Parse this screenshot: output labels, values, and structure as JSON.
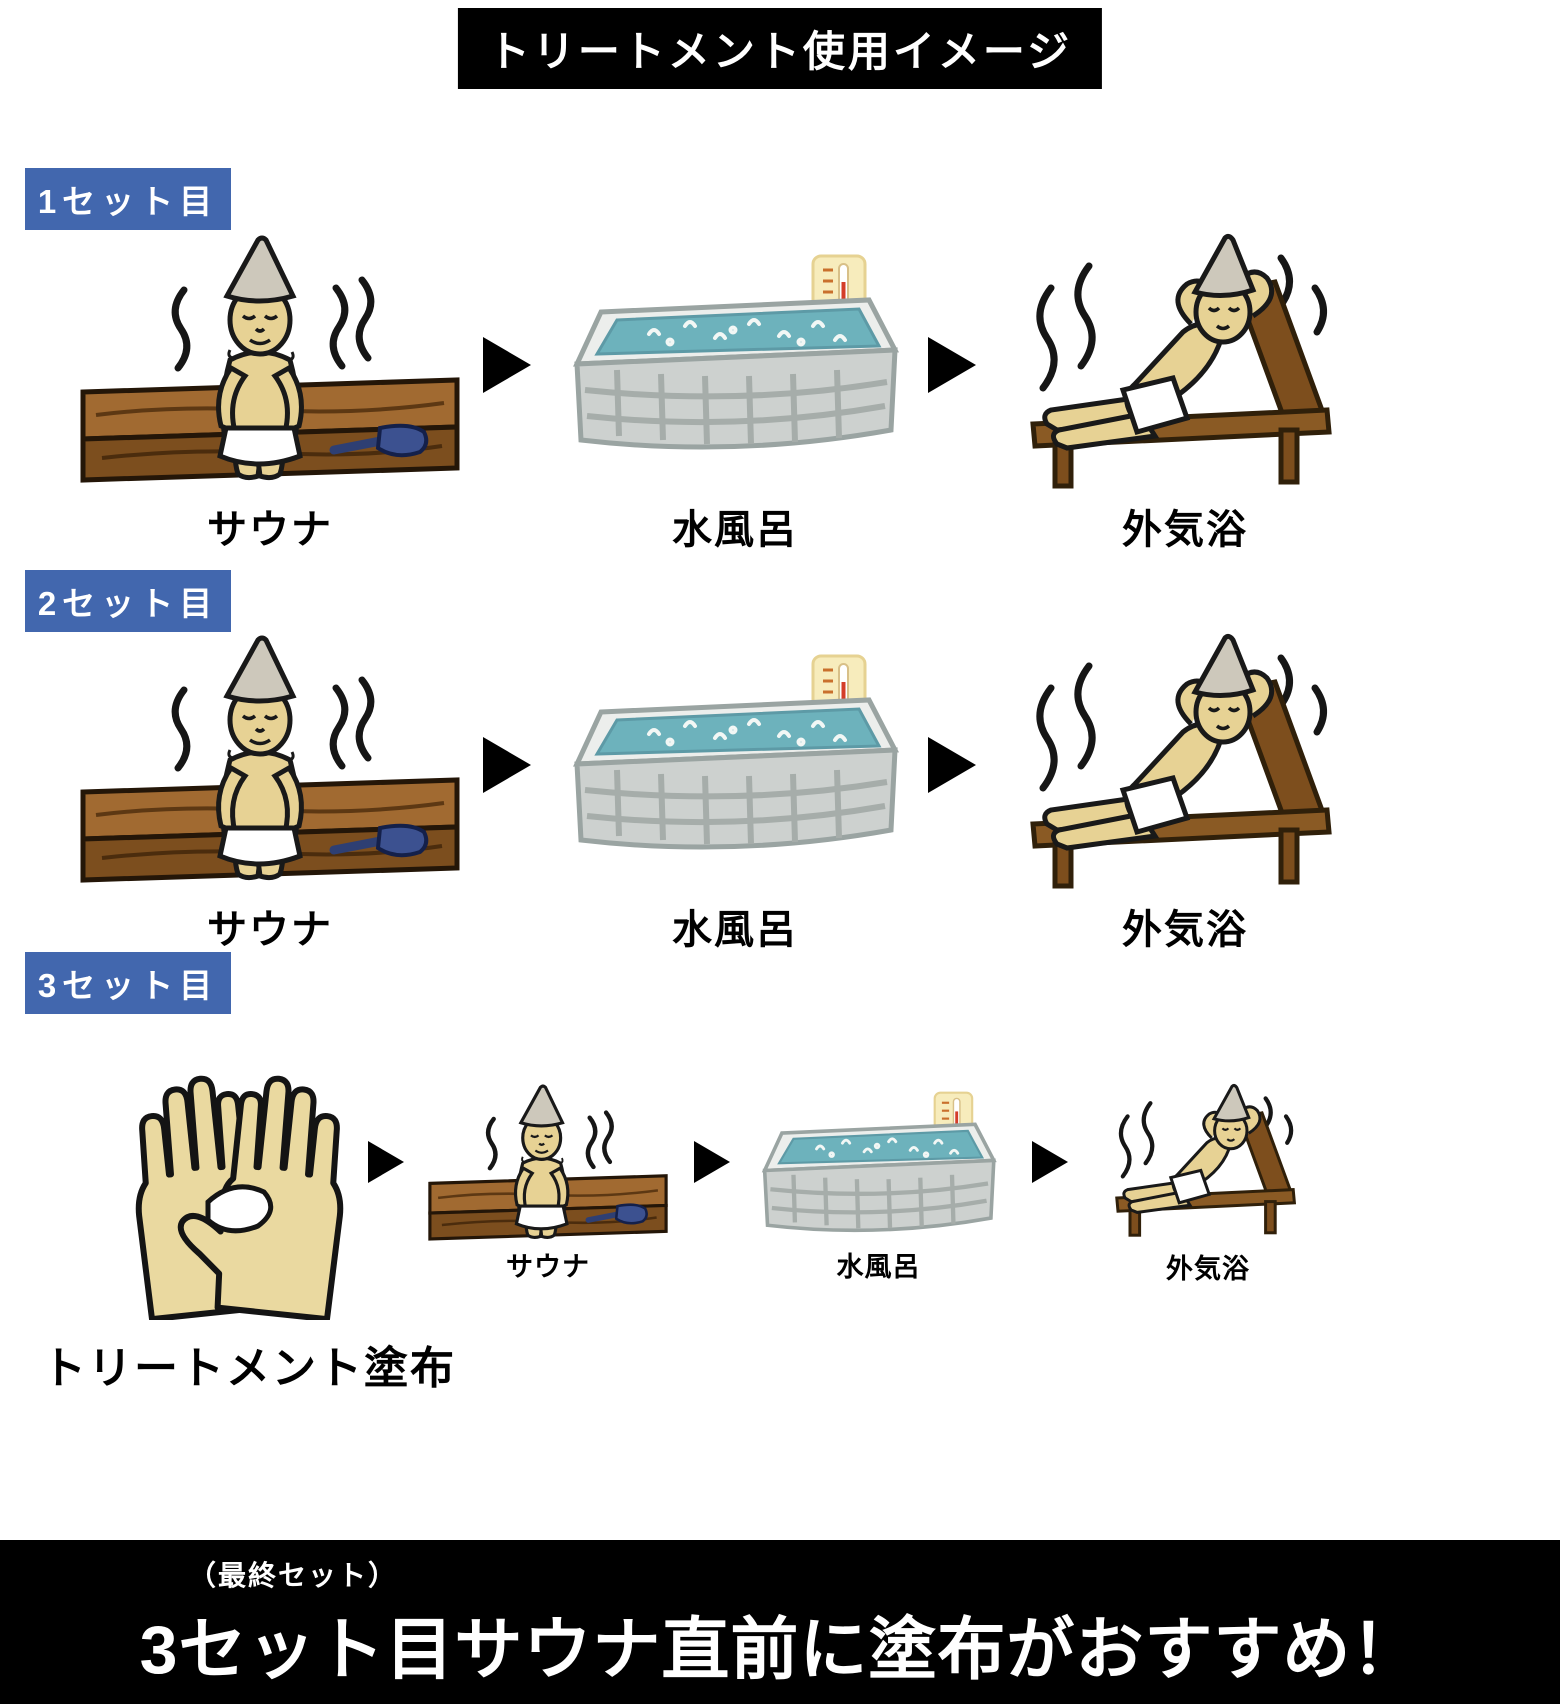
{
  "title": "トリートメント使用イメージ",
  "sets": [
    {
      "badge": "1セット目",
      "steps": [
        {
          "label": "サウナ",
          "icon": "sauna-illustration"
        },
        {
          "label": "水風呂",
          "icon": "water-bath-illustration"
        },
        {
          "label": "外気浴",
          "icon": "outdoor-air-bath-illustration"
        }
      ]
    },
    {
      "badge": "2セット目",
      "steps": [
        {
          "label": "サウナ",
          "icon": "sauna-illustration"
        },
        {
          "label": "水風呂",
          "icon": "water-bath-illustration"
        },
        {
          "label": "外気浴",
          "icon": "outdoor-air-bath-illustration"
        }
      ]
    },
    {
      "badge": "3セット目",
      "steps": [
        {
          "label": "トリートメント塗布",
          "icon": "treatment-hands-illustration"
        },
        {
          "label": "サウナ",
          "icon": "sauna-illustration"
        },
        {
          "label": "水風呂",
          "icon": "water-bath-illustration"
        },
        {
          "label": "外気浴",
          "icon": "outdoor-air-bath-illustration"
        }
      ]
    }
  ],
  "footer": {
    "note": "（最終セット）",
    "message": "3セット目サウナ直前に塗布がおすすめ！"
  },
  "colors": {
    "title_background": "#000000",
    "badge_background": "#4267ae",
    "footer_background": "#000000",
    "arrow_color": "#000000",
    "water_teal": "#6db2bc",
    "tub_gray": "#cdd1cf",
    "bench_brown": "#a16a31",
    "chair_brown": "#8a5a24",
    "skin_tone": "#e7d294",
    "towel_white": "#ffffff",
    "hat_gray": "#cdc8bb",
    "thermometer_yellow": "#f7ecbc"
  }
}
